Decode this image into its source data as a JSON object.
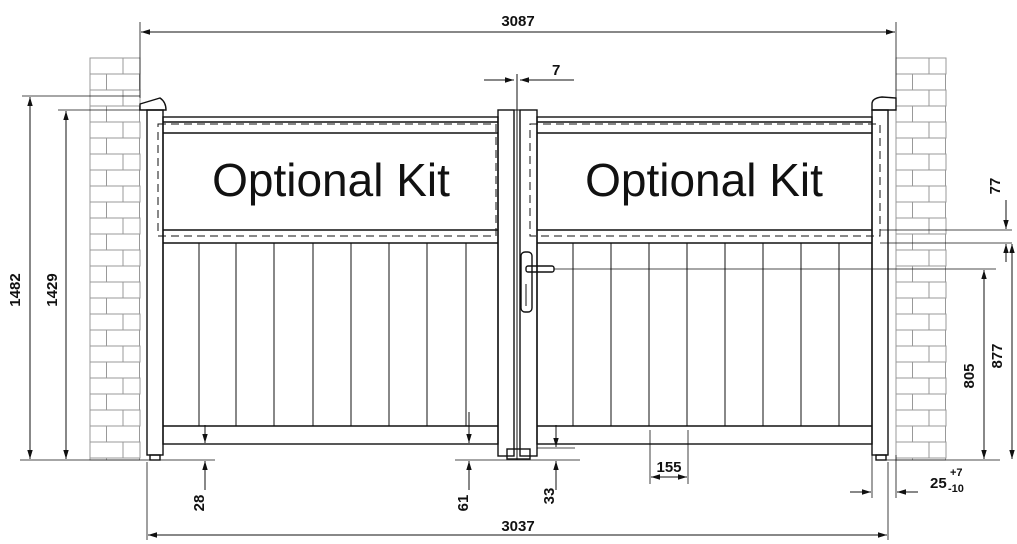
{
  "panels": {
    "left_label": "Optional Kit",
    "right_label": "Optional Kit"
  },
  "dimensions": {
    "overall_width": "3087",
    "gate_width": "3037",
    "gap_center": "7",
    "top_kit_height": "77",
    "height_outer": "1482",
    "height_inner": "1429",
    "handle_height_lower": "805",
    "handle_height_upper": "877",
    "bottom_rail": "28",
    "bottom_gap_center": "61",
    "bottom_gap_right": "33",
    "slat_spacing": "155",
    "ground_gap_base": "25",
    "ground_gap_plus": "+7",
    "ground_gap_minus": "-10"
  }
}
